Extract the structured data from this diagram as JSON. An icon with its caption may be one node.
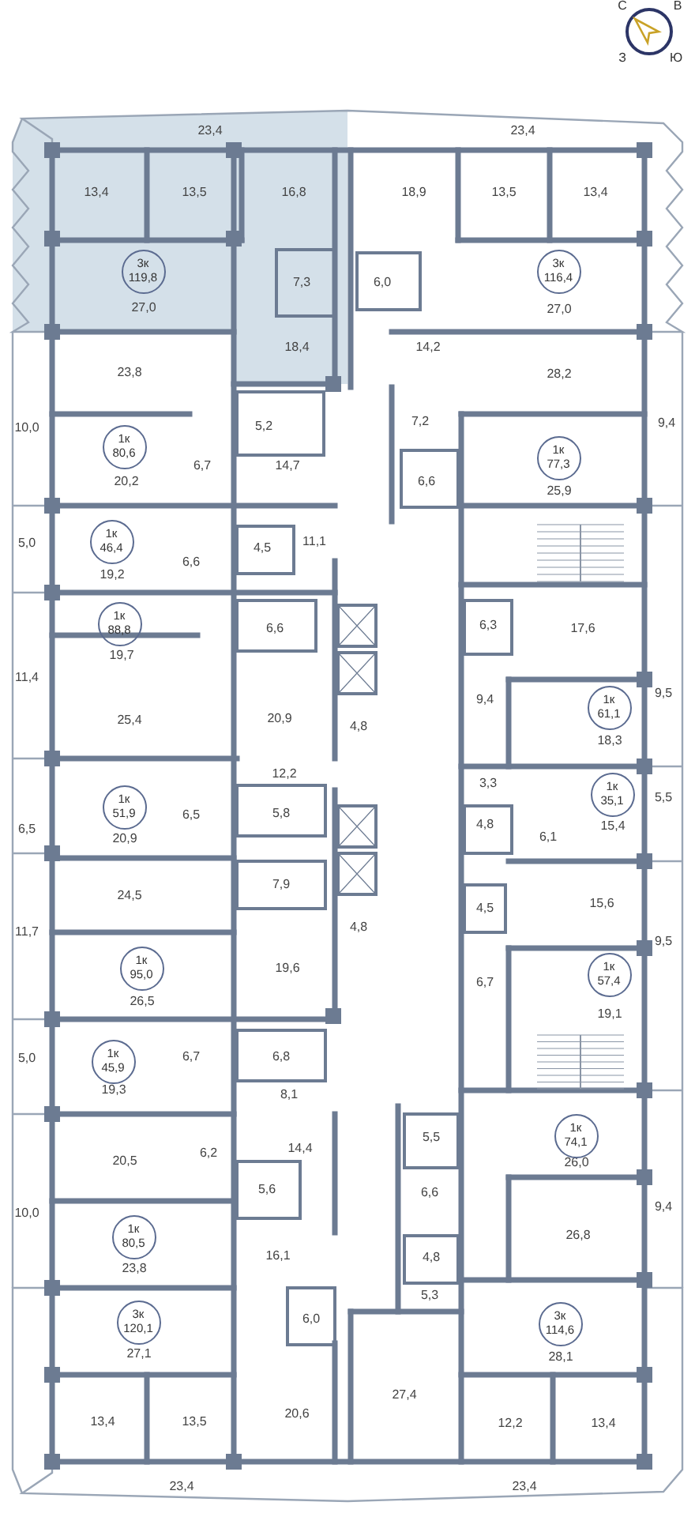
{
  "diagram": {
    "nodes": [
      {
        "text": [
          "3к 119,8"
        ]
      },
      {
        "text": [
          "3к 116,4"
        ]
      },
      {
        "text": [
          "1к 80,6"
        ]
      },
      {
        "text": [
          "1к 77,3"
        ]
      },
      {
        "text": [
          "1к 46,4"
        ]
      },
      {
        "text": [
          "1к 88,8"
        ]
      },
      {
        "text": [
          "1к 61,1"
        ]
      },
      {
        "text": [
          "1к 35,1"
        ]
      },
      {
        "text": [
          "1к 51,9"
        ]
      },
      {
        "text": [
          "1к 95,0"
        ]
      },
      {
        "text": [
          "1к 57,4"
        ]
      },
      {
        "text": [
          "1к 45,9"
        ]
      },
      {
        "text": [
          "1к 74,1"
        ]
      },
      {
        "text": [
          "1к 80,5"
        ]
      },
      {
        "text": [
          "3к 120,1"
        ]
      },
      {
        "text": [
          "3к 114,6"
        ]
      }
    ],
    "labels": [
      "С",
      "В",
      "З",
      "Ю",
      "23,4",
      "23,4",
      "13,4",
      "13,5",
      "16,8",
      "18,9",
      "13,5",
      "13,4",
      "7,3",
      "6,0",
      "27,0",
      "27,0",
      "18,4",
      "14,2",
      "23,8",
      "28,2",
      "7,2",
      "9,4",
      "5,2",
      "10,0",
      "6,7",
      "14,7",
      "6,6",
      "20,2",
      "25,9",
      "11,1",
      "5,0",
      "4,5",
      "6,6",
      "19,2",
      "6,3",
      "6,6",
      "17,6",
      "19,7",
      "11,4",
      "9,5",
      "9,4",
      "20,9",
      "25,4",
      "4,8",
      "18,3",
      "12,2",
      "3,3",
      "5,5",
      "5,8",
      "6,5",
      "15,4",
      "4,8",
      "6,5",
      "6,1",
      "20,9",
      "7,9",
      "24,5",
      "4,5",
      "15,6",
      "4,8",
      "11,7",
      "9,5",
      "19,6",
      "6,7",
      "26,5",
      "19,1",
      "6,7",
      "6,8",
      "5,0",
      "19,3",
      "8,1",
      "5,5",
      "14,4",
      "6,2",
      "20,5",
      "26,0",
      "5,6",
      "6,6",
      "9,4",
      "10,0",
      "26,8",
      "16,1",
      "4,8",
      "23,8",
      "5,3",
      "6,0",
      "27,1",
      "28,1",
      "27,4",
      "20,6",
      "13,4",
      "13,5",
      "12,2",
      "13,4",
      "23,4",
      "23,4"
    ]
  }
}
